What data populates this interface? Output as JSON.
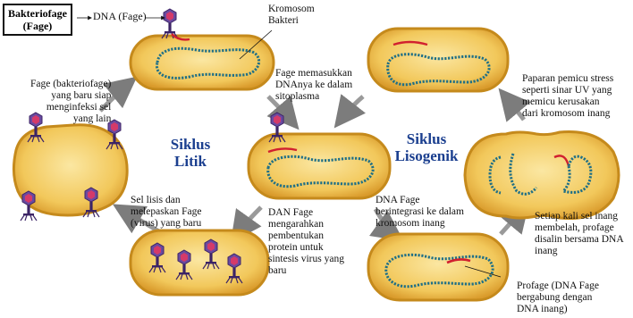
{
  "key": {
    "title": "Bakteriofage\n(Fage)",
    "arrow_target": "DNA (Fage)"
  },
  "cycles": {
    "lytic": "Siklus\nLitik",
    "lysogenic": "Siklus\nLisogenik"
  },
  "labels": {
    "chromosome": "Kromosom\nBakteri",
    "phage_inject": "Fage memasukkan\nDNAnya ke dalam\nsitoplasma",
    "new_phages": "Fage (bakteriofage)\nyang baru siap\nmenginfeksi sel\nyang lain",
    "lysis": "Sel lisis dan\nmelepaskan Fage\n(virus) yang baru",
    "synthesis": "DAN Fage\nmengarahkan\npembentukan\nprotein untuk\nsintesis virus yang\nbaru",
    "integrate": "DNA Fage\nberintegrasi ke dalam\nkromosom inang",
    "stress": "Paparan pemicu stress\nseperti sinar UV yang\nmemicu kerusakan\ndari kromosom inang",
    "division": "Setiap kali sel inang\nmembelah, profage\ndisalin bersama DNA\ninang",
    "prophage": "Profage (DNA Fage\nbergabung dengan\nDNA inang)"
  },
  "colors": {
    "cell_fill": "#f2c85b",
    "cell_edge": "#c58a1c",
    "host_dna": "#1f6f86",
    "phage_dna": "#d1202f",
    "phage_body": "#5a3d8c",
    "cycle_text": "#1b3f8f",
    "arrow": "#8a8a8a"
  }
}
